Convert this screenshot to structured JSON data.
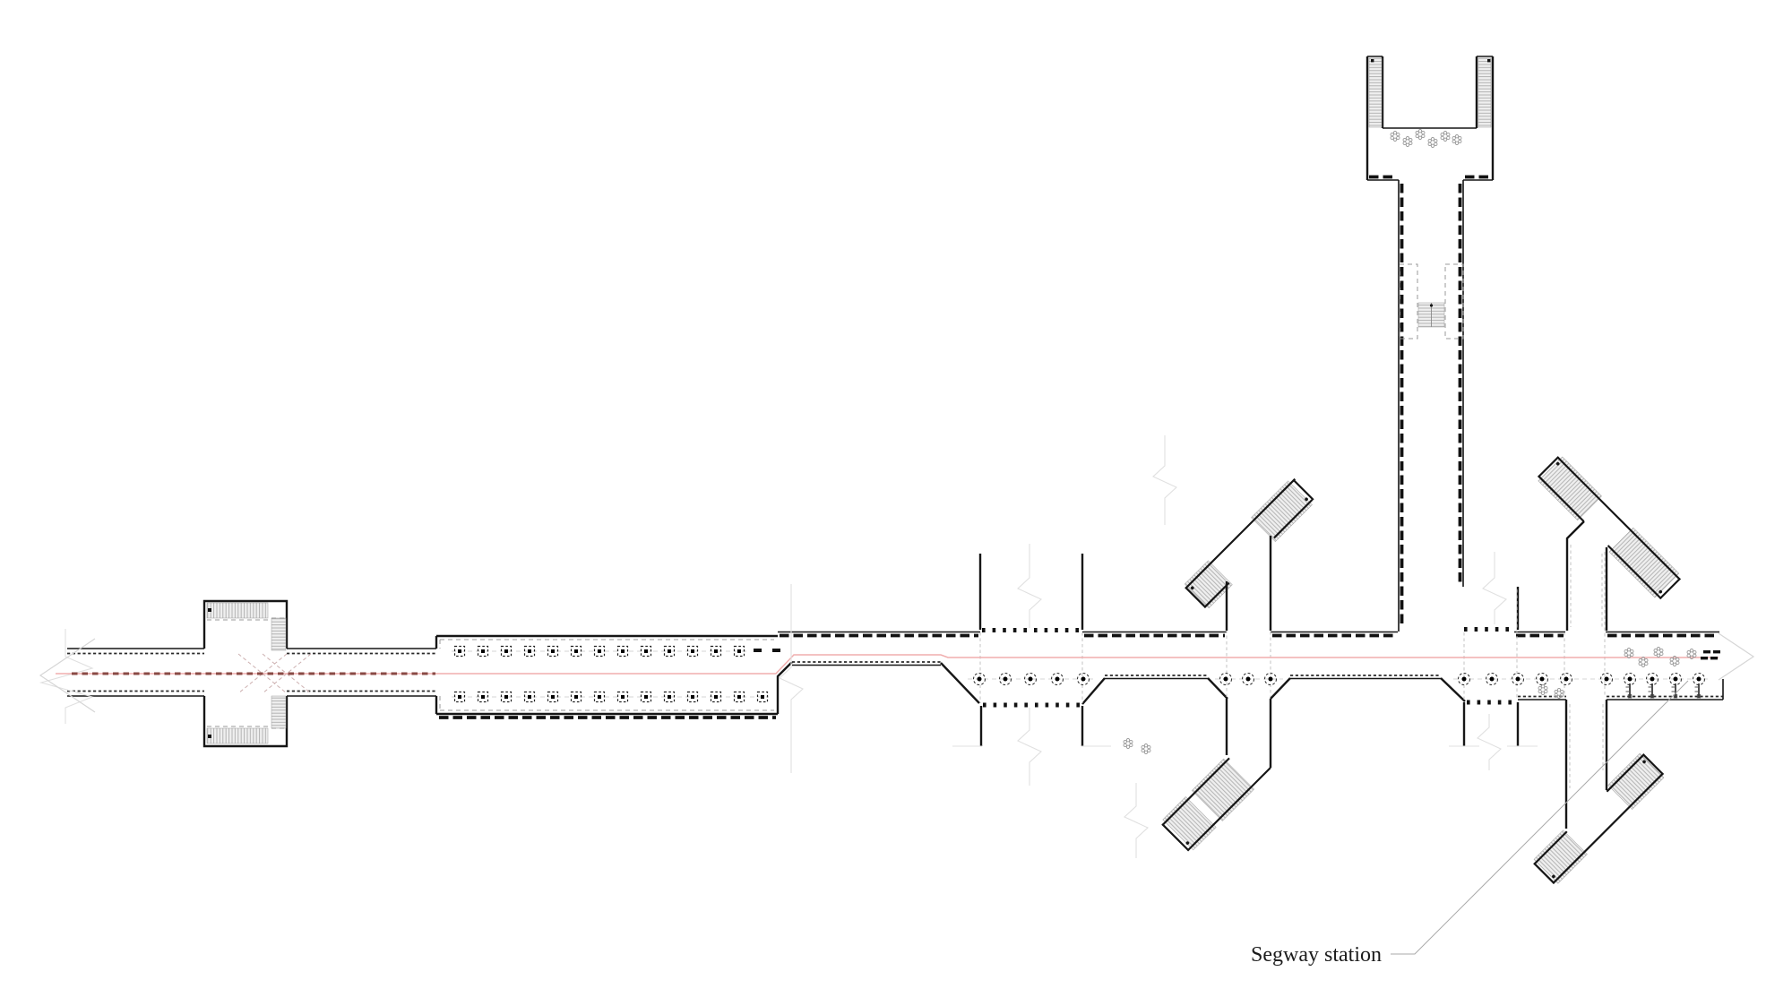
{
  "page": {
    "background": "#ffffff"
  },
  "plan": {
    "type": "architectural-floor-plan",
    "annotation": {
      "label": "Segway station"
    },
    "colors": {
      "wall": "#161616",
      "hatch_line": "#adadad",
      "hatch_fill": "#efefef",
      "centerline": "#f0aeae",
      "centerline_dashes": "#8a4a45",
      "grid_dash": "#bdbdbd",
      "threshold_dots": "#111111",
      "break_line": "#e0e0e0",
      "leader": "#aaaaaa",
      "symbol_outline": "#999999"
    },
    "symbols": {
      "column_marker_square": "dashed square with black center dot",
      "column_marker_round": "dashed circle with black center dot",
      "tree_symbol": "small flower outline",
      "stair_hatch": "banded tread hatching",
      "segway_dock_post": "post with side ticks",
      "break_mark": "pale zigzag continuation mark",
      "flow_arrow": "pale chevron arrow"
    }
  }
}
